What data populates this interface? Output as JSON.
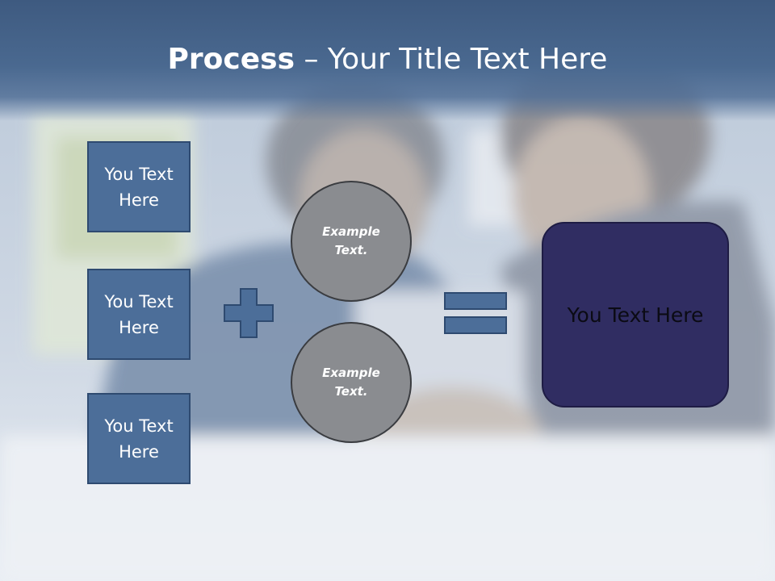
{
  "title": {
    "bold_part": "Process",
    "rest": " – Your Title Text Here"
  },
  "boxes": [
    {
      "label": "You Text Here"
    },
    {
      "label": "You Text Here"
    },
    {
      "label": "You Text Here"
    }
  ],
  "circles": [
    {
      "label": "Example Text."
    },
    {
      "label": "Example Text."
    }
  ],
  "operators": {
    "plus": "plus-icon",
    "equals": "equals-icon"
  },
  "result": {
    "label": "You Text Here"
  },
  "colors": {
    "title_bar": "#3e5a80",
    "box_fill": "#4c6e99",
    "circle_fill": "#8a8c90",
    "result_fill": "#302d62"
  }
}
